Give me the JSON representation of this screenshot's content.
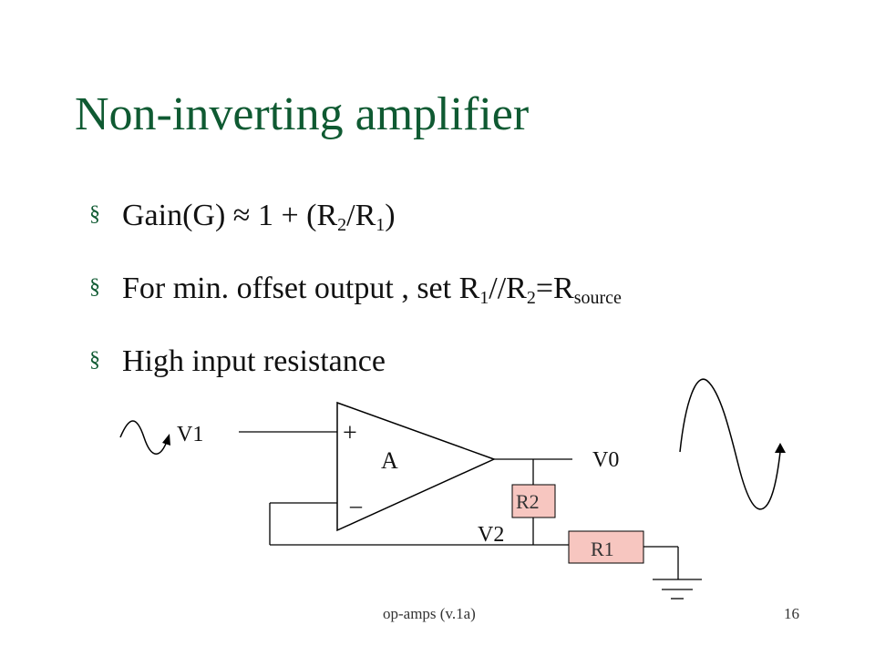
{
  "slide": {
    "title": "Non-inverting amplifier",
    "bullet_symbol": "§",
    "bullets": {
      "b1": {
        "p1": "Gain(G) ≈ 1 + (R",
        "s1": "2",
        "p2": "/R",
        "s2": "1",
        "p3": ")"
      },
      "b2": {
        "p1": "For min. offset output , set R",
        "s1": "1",
        "p2": "//R",
        "s2": "2",
        "p3": "=R",
        "s3": "source"
      },
      "b3": {
        "p1": "High input resistance"
      }
    }
  },
  "circuit": {
    "labels": {
      "v1": "V1",
      "v0": "V0",
      "v2": "V2",
      "amp": "A",
      "plus": "+",
      "minus": "_",
      "r2": "R2",
      "r1": "R1"
    },
    "colors": {
      "resistor_fill": "#f7c6c0",
      "resistor_text": "#333333",
      "wire": "#000000"
    }
  },
  "footer": {
    "left": "op-amps (v.1a)",
    "page_number": "16"
  }
}
